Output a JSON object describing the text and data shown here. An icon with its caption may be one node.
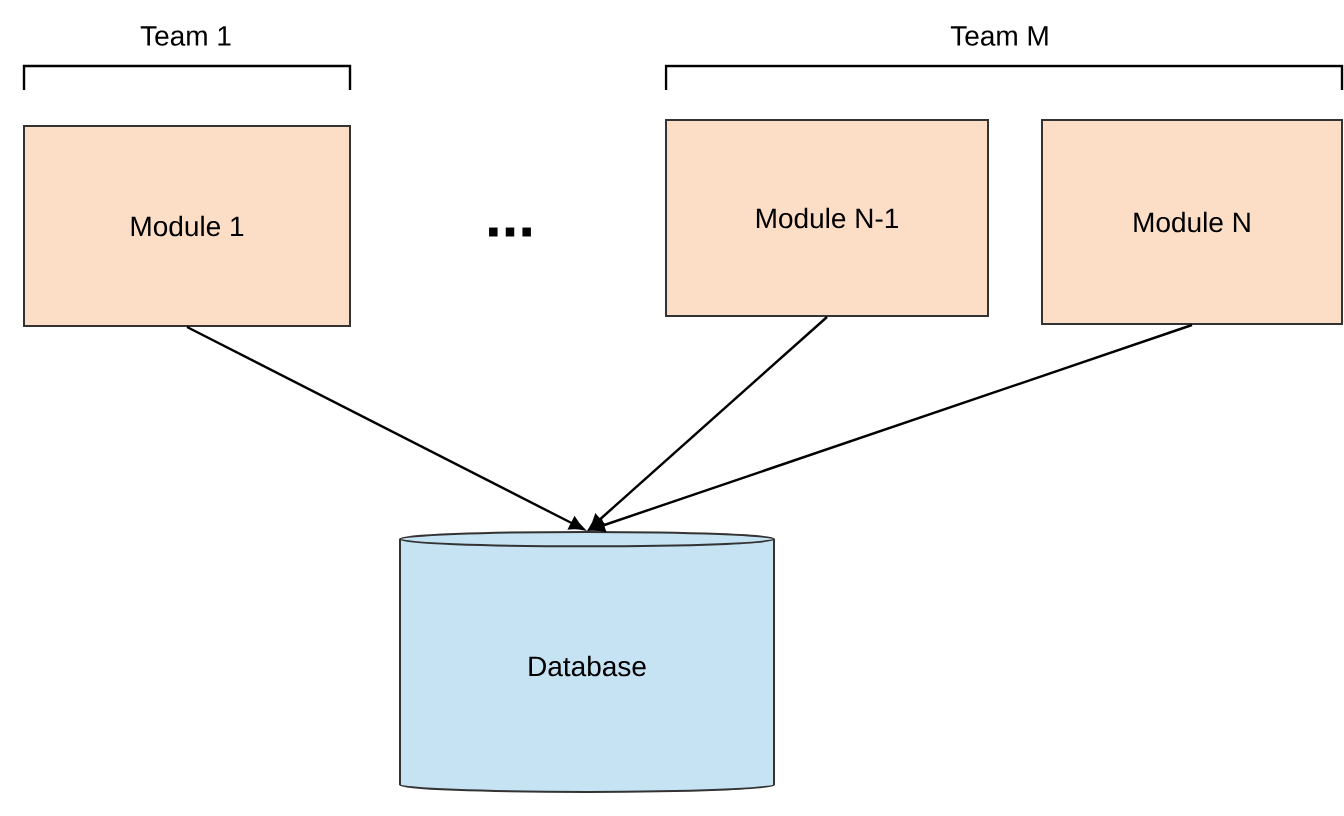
{
  "diagram": {
    "nodes": [
      {
        "text": [
          "Module 1"
        ]
      },
      {
        "text": [
          "Module N-1"
        ]
      },
      {
        "text": [
          "Module N"
        ]
      },
      {
        "text": [
          "Database"
        ]
      }
    ],
    "edges": [
      {
        "from": 0,
        "to": 3,
        "arrow": "to"
      },
      {
        "from": 1,
        "to": 3,
        "arrow": "to"
      },
      {
        "from": 2,
        "to": 3,
        "arrow": "to"
      }
    ],
    "labels": [
      "Team 1",
      "Team M",
      "..."
    ]
  }
}
